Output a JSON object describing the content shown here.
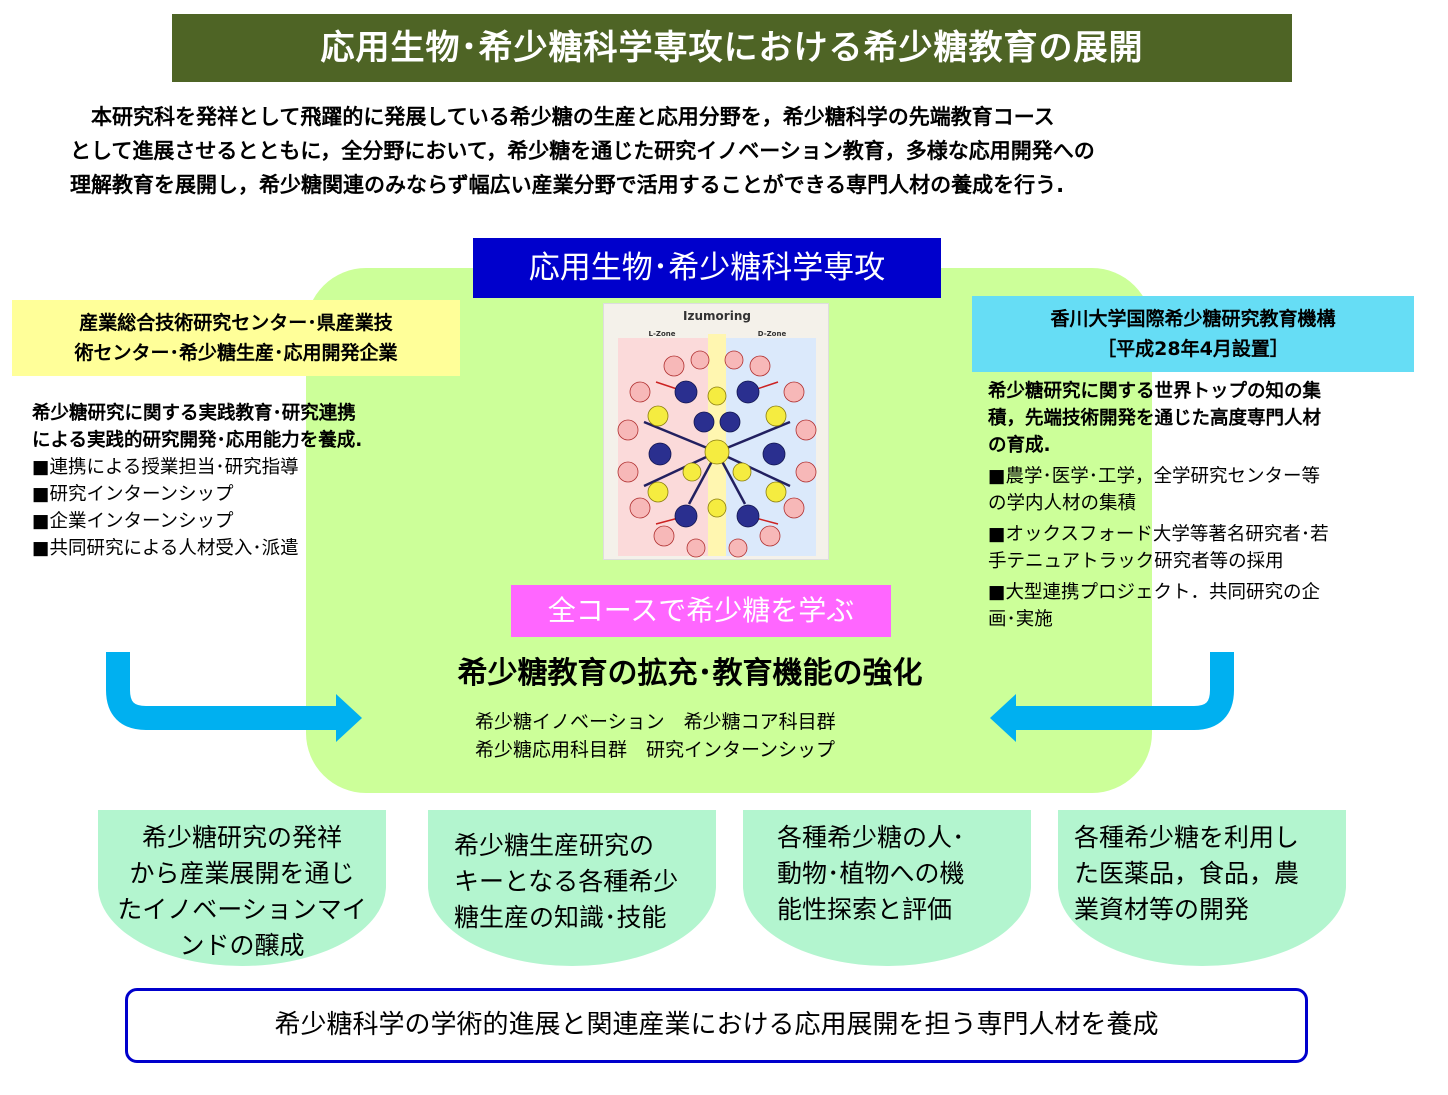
{
  "title": "応用生物･希少糖科学専攻における希少糖教育の展開",
  "intro": [
    "　本研究科を発祥として飛躍的に発展している希少糖の生産と応用分野を，希少糖科学の先端教育コース",
    "として進展させるとともに，全分野において，希少糖を通じた研究イノベーション教育，多様な応用開発への",
    "理解教育を展開し，希少糖関連のみならず幅広い産業分野で活用することができる専門人材の養成を行う."
  ],
  "major_label": "応用生物･希少糖科学専攻",
  "izumoring": {
    "title": "Izumoring",
    "l_zone": "L-Zone",
    "d_zone": "D-Zone"
  },
  "left": {
    "org_lines": [
      "産業総合技術研究センター･県産業技",
      "術センター･希少糖生産･応用開発企業"
    ],
    "summary_lines": [
      "希少糖研究に関する実践教育･研究連携",
      "による実践的研究開発･応用能力を養成."
    ],
    "items": [
      "■連携による授業担当･研究指導",
      "■研究インターンシップ",
      "■企業インターンシップ",
      "■共同研究による人材受入･派遣"
    ]
  },
  "right": {
    "org_lines": [
      "香川大学国際希少糖研究教育機構",
      "［平成28年4月設置］"
    ],
    "summary_lines": [
      "希少糖研究に関する世界トップの知の集",
      "積，先端技術開発を通じた高度専門人材",
      "の育成."
    ],
    "items": [
      [
        "■農学･医学･工学，全学研究センター等",
        "の学内人材の集積"
      ],
      [
        "■オックスフォード大学等著名研究者･若",
        "手テニュアトラック研究者等の採用"
      ],
      [
        "■大型連携プロジェクト．共同研究の企",
        "画･実施"
      ]
    ]
  },
  "all_course": "全コースで希少糖を学ぶ",
  "expansion_title": "希少糖教育の拡充･教育機能の強化",
  "subjects": [
    "希少糖イノベーション　希少糖コア科目群",
    "希少糖応用科目群　研究インターンシップ"
  ],
  "outcomes": [
    [
      "希少糖研究の発祥",
      "から産業展開を通じ",
      "たイノベーションマイ",
      "ンドの醸成"
    ],
    [
      "希少糖生産研究の",
      "キーとなる各種希少",
      "糖生産の知識･技能"
    ],
    [
      "各種希少糖の人･",
      "動物･植物への機",
      "能性探索と評価"
    ],
    [
      "各種希少糖を利用し",
      "た医薬品，食品，農",
      "業資材等の開発"
    ]
  ],
  "bottom": "希少糖科学の学術的進展と関連産業における応用展開を担う専門人材を養成",
  "colors": {
    "title_bg": "#4e6425",
    "panel": "#ccff99",
    "major_bg": "#0000cc",
    "left_box": "#ffff99",
    "right_box": "#66ddf5",
    "pink": "#ff66ff",
    "outcome": "#b3f5cf",
    "arrow": "#00b0f0",
    "border": "#0000cc"
  }
}
